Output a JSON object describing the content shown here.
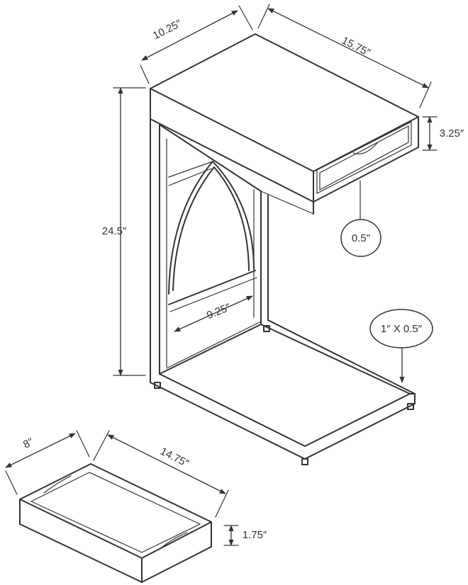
{
  "dimensions": {
    "table_depth": "10.25″",
    "table_width": "15.75″",
    "table_height": "24.5″",
    "drawer_height": "3.25″",
    "drawer_detail": "0.5″",
    "base_tube": "1″ X 0.5″",
    "shelf_span": "9.25″",
    "tray_depth": "8″",
    "tray_width": "14.75″",
    "tray_height": "1.75″"
  },
  "colors": {
    "line": "#333333",
    "background": "#ffffff"
  }
}
